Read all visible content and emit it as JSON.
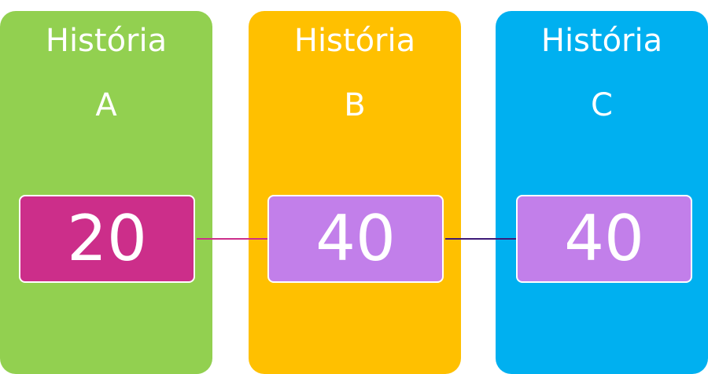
{
  "stories": [
    {
      "title": "História",
      "letter": "A",
      "value": "20",
      "column_color": "#92D050",
      "box_color": "#CC2E8A"
    },
    {
      "title": "História",
      "letter": "B",
      "value": "40",
      "column_color": "#FFC000",
      "box_color": "#C27FEA"
    },
    {
      "title": "História",
      "letter": "C",
      "value": "40",
      "column_color": "#00B0F0",
      "box_color": "#C27FEA"
    }
  ],
  "connectors": [
    {
      "color": "#CC2E8A"
    },
    {
      "color": "#3D1A78"
    }
  ]
}
